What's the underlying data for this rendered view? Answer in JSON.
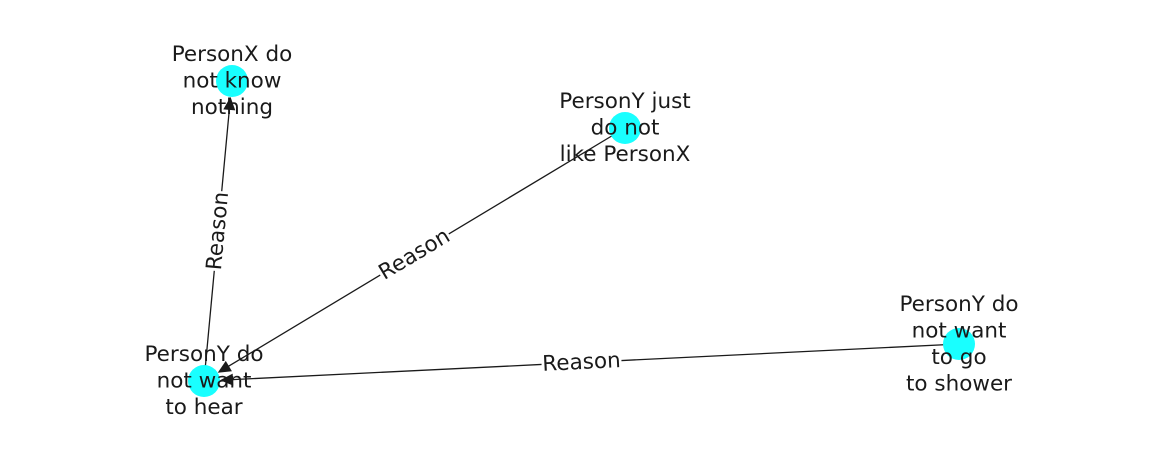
{
  "colors": {
    "node_fill": "#19ffff",
    "edge_stroke": "#1a1a1a",
    "text": "#1a1a1a",
    "background": "#ffffff"
  },
  "nodes": [
    {
      "id": "n1",
      "label_lines": [
        "PersonX do",
        "not know",
        "nothing"
      ]
    },
    {
      "id": "n2",
      "label_lines": [
        "PersonY just",
        "do not",
        "like PersonX"
      ]
    },
    {
      "id": "n3",
      "label_lines": [
        "PersonY do",
        "not want",
        "to hear"
      ]
    },
    {
      "id": "n4",
      "label_lines": [
        "PersonY do",
        "not want",
        "to go",
        "to shower"
      ]
    }
  ],
  "edges": [
    {
      "from": "n3",
      "to": "n1",
      "label": "Reason"
    },
    {
      "from": "n2",
      "to": "n3",
      "label": "Reason"
    },
    {
      "from": "n4",
      "to": "n3",
      "label": "Reason"
    }
  ]
}
